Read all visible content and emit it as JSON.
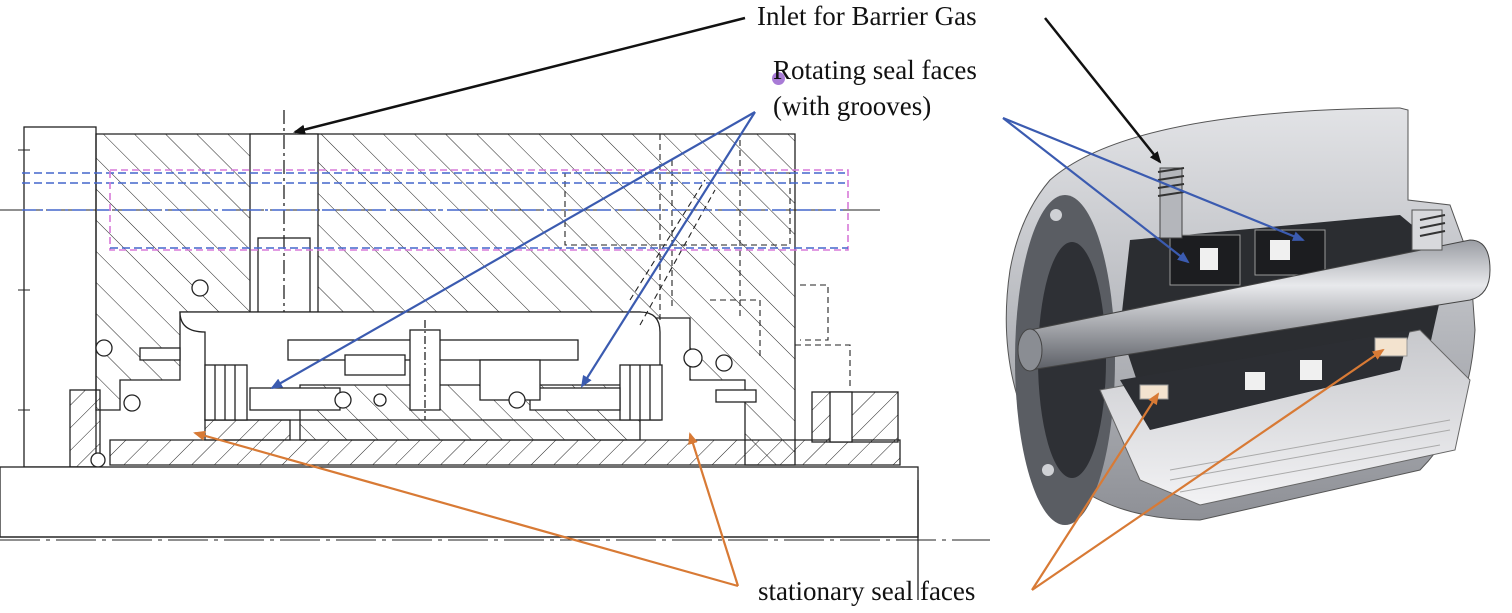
{
  "labels": {
    "inlet": "Inlet for Barrier Gas",
    "rotating_line1": "Rotating seal faces",
    "rotating_line2": "(with grooves)",
    "stationary": "stationary seal faces"
  },
  "colors": {
    "black_arrow": "#111111",
    "blue_arrow": "#3b5bb0",
    "orange_arrow": "#d87a35",
    "blue_dash": "#4466cc",
    "pink_dash": "#d77ad9",
    "steel_dark": "#3c3f44",
    "steel_light": "#c9cbcf",
    "marker": "#a87bd6"
  },
  "figures": {
    "left": "cross-section-drawing",
    "right": "3d-cutaway-render"
  }
}
